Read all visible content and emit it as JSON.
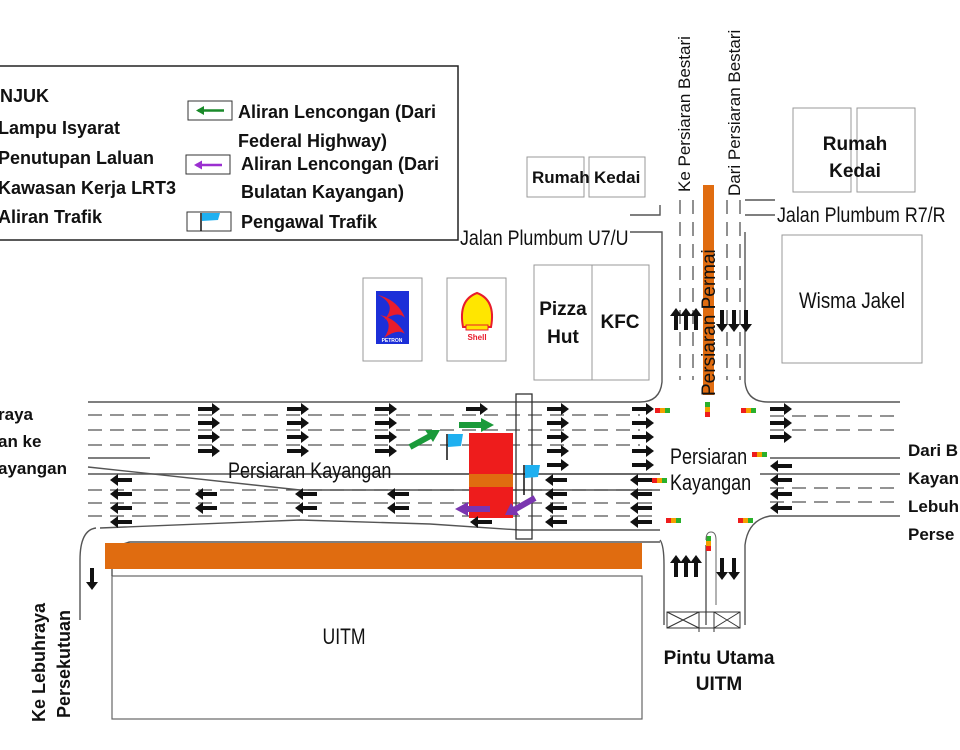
{
  "legend": {
    "title": "NJUK",
    "left_items": [
      {
        "label": "Lampu Isyarat",
        "icon": "traffic-light-icon"
      },
      {
        "label": "Penutupan Laluan",
        "icon": "road-closure-icon"
      },
      {
        "label": "Kawasan Kerja LRT3",
        "icon": "work-zone-icon"
      },
      {
        "label": "Aliran Trafik",
        "icon": "traffic-flow-arrow-icon"
      }
    ],
    "right_items": [
      {
        "line1": "Aliran Lencongan (Dari",
        "line2": "Federal Highway)",
        "icon": "green-arrow-icon",
        "color": "#1a8a2a"
      },
      {
        "line1": "Aliran Lencongan (Dari",
        "line2": "Bulatan Kayangan)",
        "icon": "purple-arrow-icon",
        "color": "#9b2fd0"
      },
      {
        "line1": "Pengawal Trafik",
        "icon": "blue-flag-icon",
        "color": "#1fb0f0"
      }
    ]
  },
  "roads": {
    "ke_persiaran_bestari": "Ke Persiaran Bestari",
    "dari_persiaran_bestari": "Dari Persiaran Bestari",
    "persiaran_permai": "Persiaran Permai",
    "jalan_plumbum_u7": "Jalan Plumbum U7/U",
    "jalan_plumbum_r7": "Jalan Plumbum R7/R",
    "persiaran_kayangan": "Persiaran Kayangan",
    "intersection_line1": "Persiaran",
    "intersection_line2": "Kayangan",
    "left_from": [
      "raya",
      "an ke",
      "ayangan"
    ],
    "right_from": [
      "Dari B",
      "Kayan",
      "Lebuh",
      "Perse"
    ],
    "ke_lebuhraya_line1": "Ke Lebuhraya",
    "ke_lebuhraya_line2": "Persekutuan",
    "pintu_utama_line1": "Pintu Utama",
    "pintu_utama_line2": "UITM"
  },
  "buildings": {
    "rumah_kedai_left": [
      "Rumah",
      "Kedai"
    ],
    "rumah_kedai_right": [
      "Rumah",
      "Kedai"
    ],
    "pizza_hut": [
      "Pizza",
      "Hut"
    ],
    "kfc": "KFC",
    "wisma_jakel": "Wisma Jakel",
    "uitm": "UITM",
    "petron_logo_text": "PETRON",
    "shell_logo_text": "Shell"
  },
  "colors": {
    "work_zone": "#e06c10",
    "closure": "#ee1c1c",
    "detour_green": "#1a9a3a",
    "detour_purple": "#7a35b0",
    "flag_blue": "#1fb0f0"
  }
}
